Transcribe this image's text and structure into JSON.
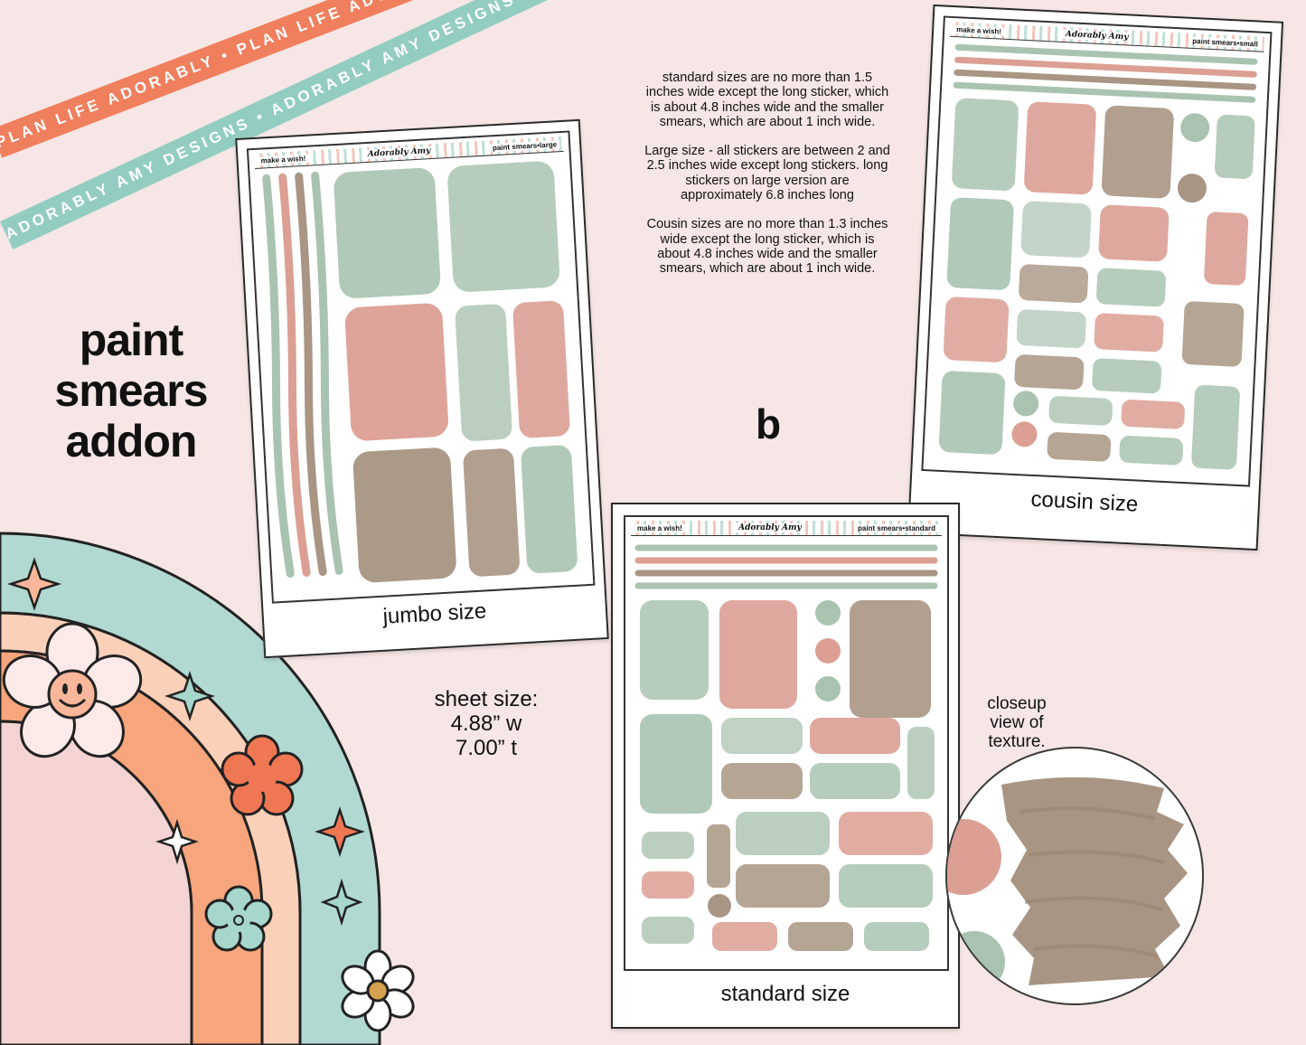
{
  "ribbons": {
    "orange_text": "PLAN LIFE ADORABLY • PLAN LIFE ADORABLY • PLAN LIFE ADORABLY •",
    "teal_text": "ADORABLY AMY DESIGNS • ADORABLY AMY DESIGNS • ADORABLY AMY DESIGNS •"
  },
  "title": {
    "line1": "paint",
    "line2": "smears",
    "line3": "addon"
  },
  "description": {
    "standard": "standard sizes are no more than 1.5 inches wide except the long sticker, which is about 4.8 inches wide and the smaller smears, which are about 1 inch wide.",
    "large": "Large size - all stickers are between 2 and 2.5 inches wide except long stickers. long stickers on large version are approximately 6.8 inches long",
    "cousin": "Cousin sizes are no more than 1.3 inches wide except the long sticker, which is about 4.8 inches wide and the smaller smears, which are about 1 inch wide."
  },
  "letter": "b",
  "sheet_size": {
    "line1": "sheet size:",
    "line2": "4.88” w",
    "line3": "7.00” t"
  },
  "closeup_label": {
    "line1": "closeup",
    "line2": "view of",
    "line3": "texture."
  },
  "sheets": {
    "jumbo": {
      "left": "make a wish!",
      "brand": "Adorably Amy",
      "right": "paint smears•large",
      "caption": "jumbo size"
    },
    "cousin": {
      "left": "make a wish!",
      "brand": "Adorably Amy",
      "right": "paint smears•small",
      "caption": "cousin size"
    },
    "standard": {
      "left": "make a wish!",
      "brand": "Adorably Amy",
      "right": "paint smears•standard",
      "caption": "standard size"
    }
  },
  "colors": {
    "sage": "#a9c3b0",
    "rose": "#dc9f93",
    "taupe": "#a89583",
    "background": "#f6e6e5"
  }
}
